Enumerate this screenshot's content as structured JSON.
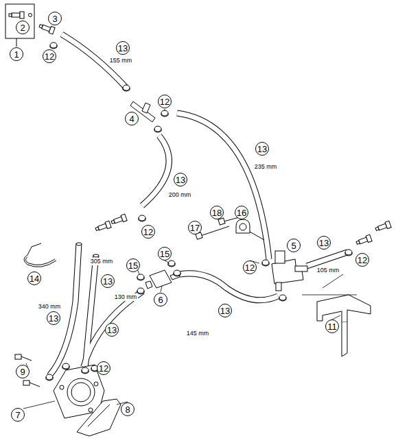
{
  "diagram": {
    "labels": [
      "2",
      "1",
      "3",
      "12",
      "13",
      "155 mm",
      "4",
      "12",
      "13",
      "200 mm",
      "13",
      "235 mm",
      "12",
      "18",
      "16",
      "17",
      "12",
      "5",
      "13",
      "105 mm",
      "12",
      "14",
      "305 mm",
      "13",
      "15",
      "15",
      "6",
      "340 mm",
      "13",
      "130 mm",
      "13",
      "145 mm",
      "13",
      "11",
      "12",
      "9",
      "7",
      "8"
    ]
  }
}
